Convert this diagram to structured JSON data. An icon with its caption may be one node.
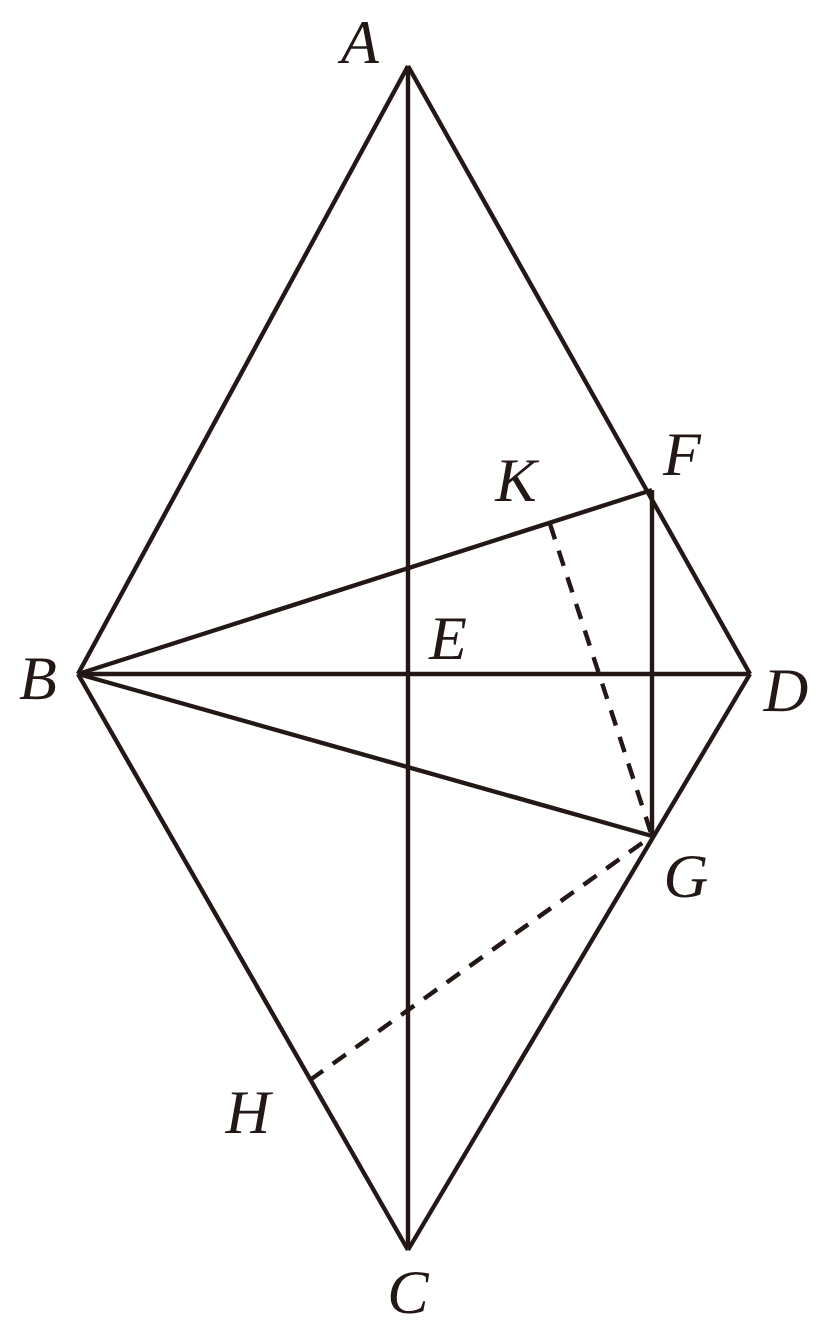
{
  "diagram": {
    "nodes": [
      {
        "text": [
          "A"
        ]
      },
      {
        "text": [
          "K"
        ]
      },
      {
        "text": [
          "F"
        ]
      },
      {
        "text": [
          "B"
        ]
      },
      {
        "text": [
          "E"
        ]
      },
      {
        "text": [
          "D"
        ]
      },
      {
        "text": [
          "G"
        ]
      },
      {
        "text": [
          "H"
        ]
      },
      {
        "text": [
          "C"
        ]
      }
    ],
    "edges": [
      {
        "from": 0,
        "to": 3,
        "arrow": "none"
      },
      {
        "from": 0,
        "to": 5,
        "arrow": "none"
      },
      {
        "from": 3,
        "to": 8,
        "arrow": "none"
      },
      {
        "from": 5,
        "to": 8,
        "arrow": "none"
      },
      {
        "from": 0,
        "to": 8,
        "arrow": "none"
      },
      {
        "from": 3,
        "to": 5,
        "arrow": "none"
      },
      {
        "from": 3,
        "to": 2,
        "arrow": "none"
      },
      {
        "from": 3,
        "to": 6,
        "arrow": "none"
      },
      {
        "from": 2,
        "to": 6,
        "arrow": "none"
      },
      {
        "from": 1,
        "to": 6,
        "arrow": "none",
        "style": "dashed"
      },
      {
        "from": 7,
        "to": 6,
        "arrow": "none",
        "style": "dashed"
      }
    ]
  }
}
